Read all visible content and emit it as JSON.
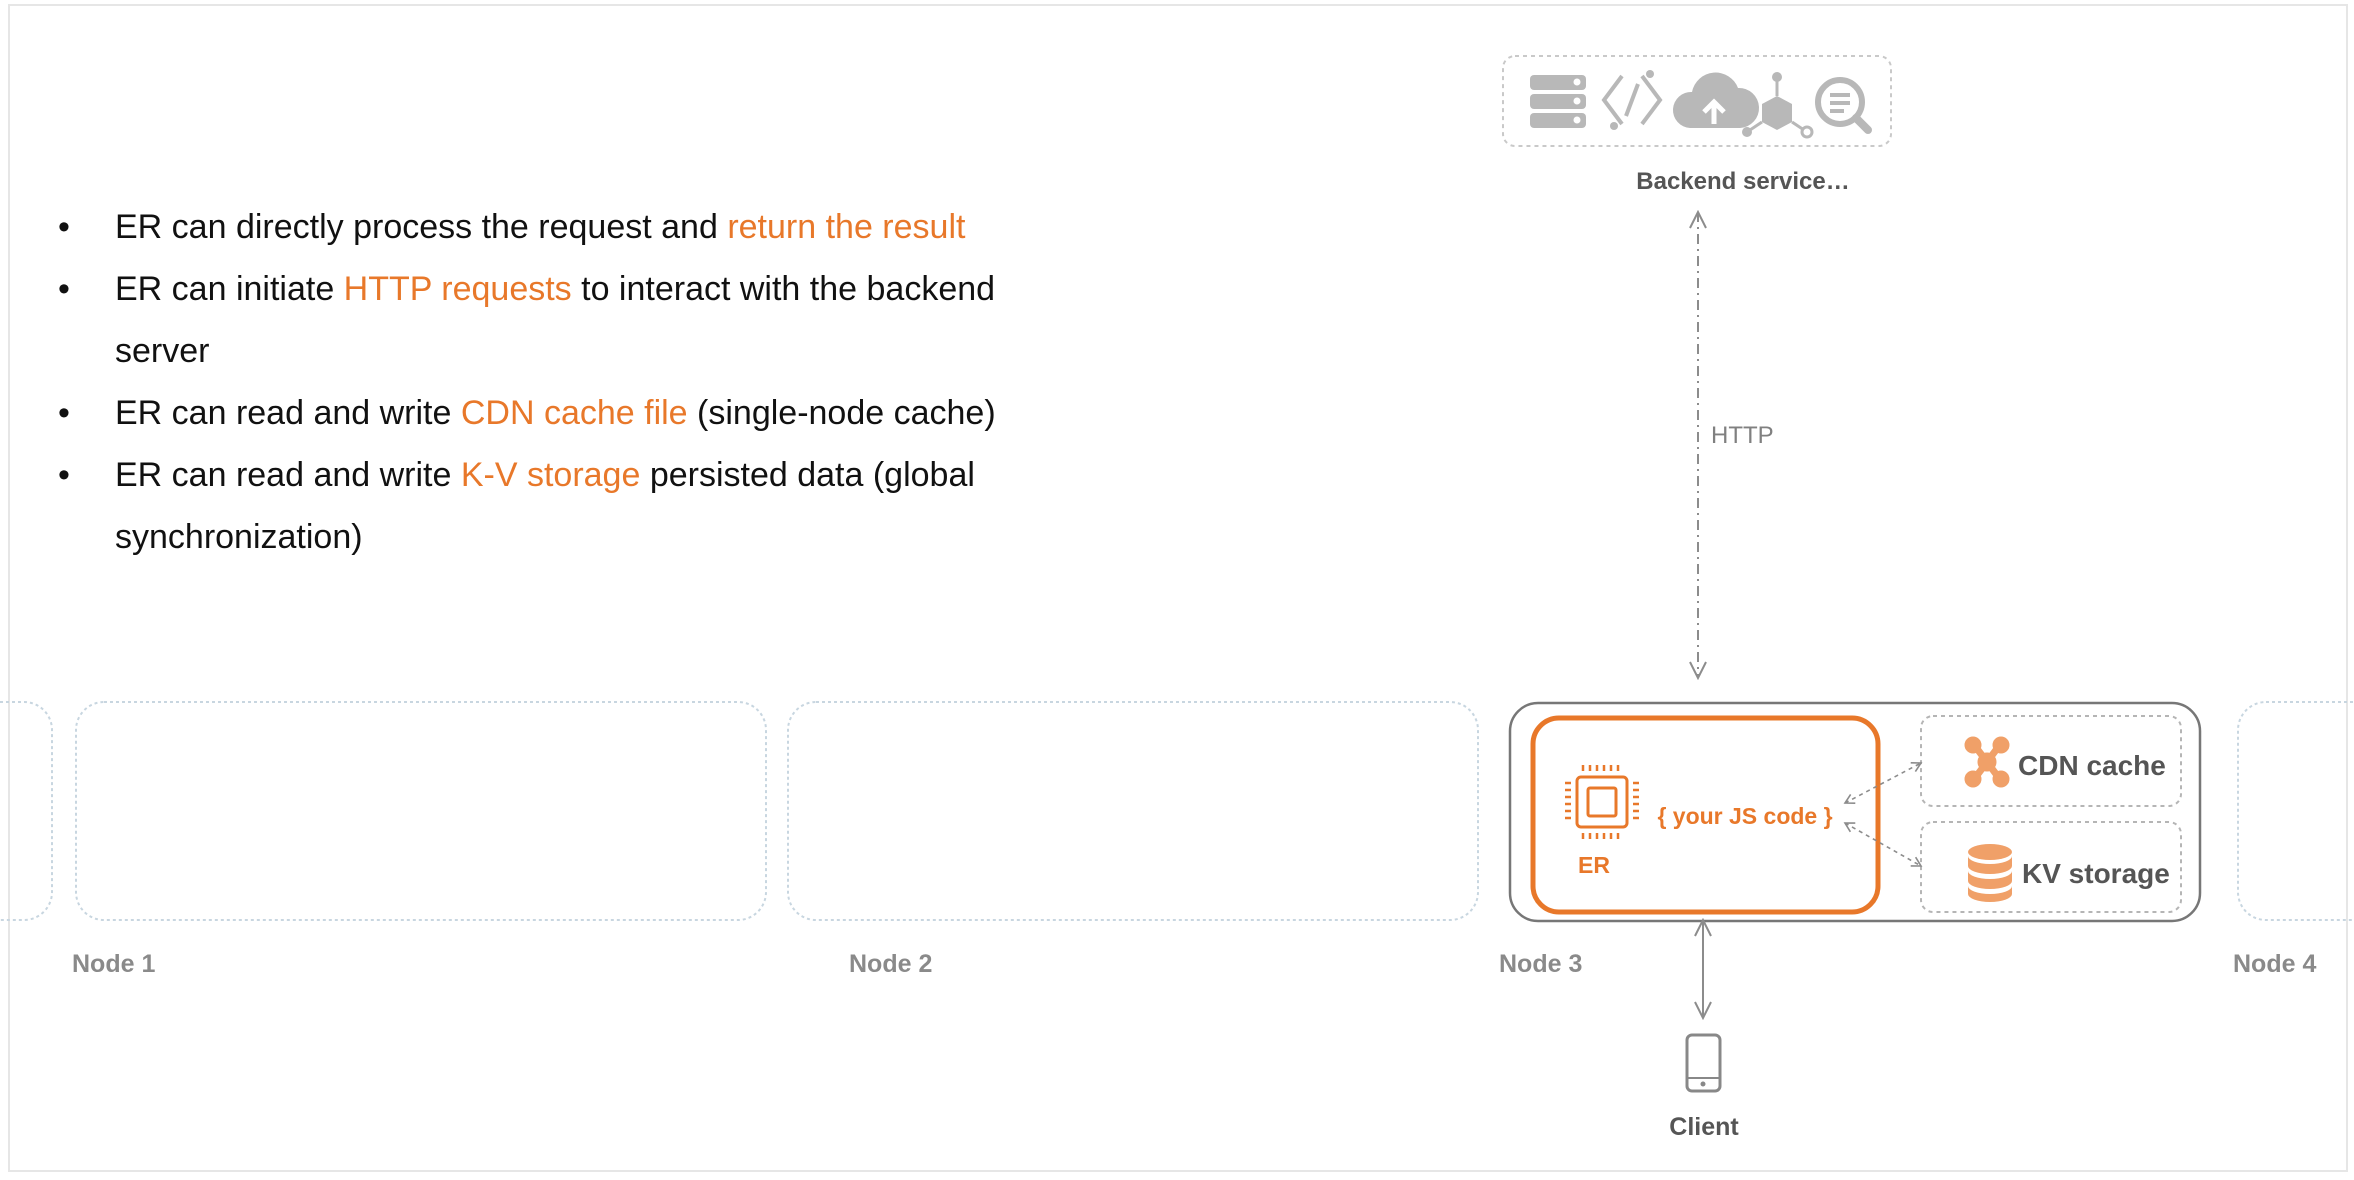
{
  "bullets": [
    {
      "pre": "ER can directly process the request and ",
      "hl": "return the result",
      "post": ""
    },
    {
      "pre": "ER can initiate ",
      "hl": "HTTP requests",
      "post": " to interact with the backend server"
    },
    {
      "pre": "ER can read and write ",
      "hl": "CDN cache file",
      "post": " (single-node cache)"
    },
    {
      "pre": "ER can read and write ",
      "hl": "K-V storage",
      "post": " persisted data (global synchronization)"
    }
  ],
  "backend": {
    "label": "Backend service…",
    "icons": [
      "server-icon",
      "api-icon",
      "cloud-upload-icon",
      "cube-network-icon",
      "search-icon"
    ]
  },
  "http_label": "HTTP",
  "nodes": {
    "node1": "Node 1",
    "node2": "Node 2",
    "node3": "Node 3",
    "node4": "Node 4"
  },
  "er": {
    "label": "ER",
    "code": "{ your JS code }",
    "icon": "chip-icon"
  },
  "cdn": {
    "label": "CDN cache",
    "icon": "network-hub-icon"
  },
  "kv": {
    "label": "KV storage",
    "icon": "database-icon"
  },
  "client": {
    "label": "Client",
    "icon": "mobile-phone-icon"
  },
  "colors": {
    "accent": "#e8782a",
    "gray": "#808080",
    "text": "#111111",
    "dashed": "#c8d6e0"
  }
}
